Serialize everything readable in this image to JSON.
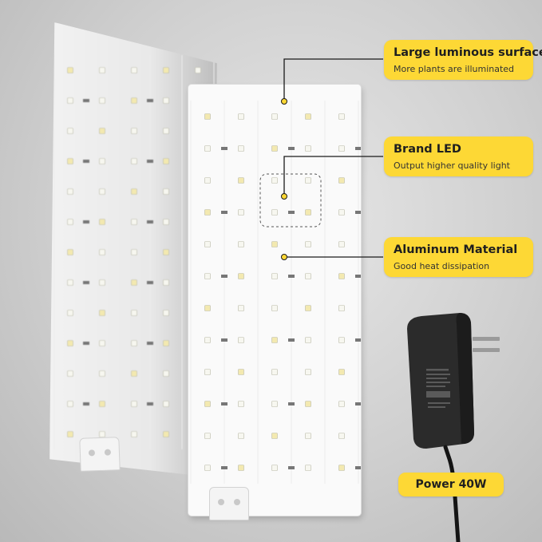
{
  "callouts": {
    "surface": {
      "title": "Large luminous surface",
      "subtitle": "More plants are illuminated"
    },
    "led": {
      "title": "Brand LED",
      "subtitle": "Output higher quality light"
    },
    "aluminum": {
      "title": "Aluminum Material",
      "subtitle": "Good heat dissipation"
    }
  },
  "power": {
    "label": "Power 40W"
  },
  "colors": {
    "accent": "#fdd835",
    "leader": "#1a1a1a",
    "adapter": "#2b2b2b"
  }
}
